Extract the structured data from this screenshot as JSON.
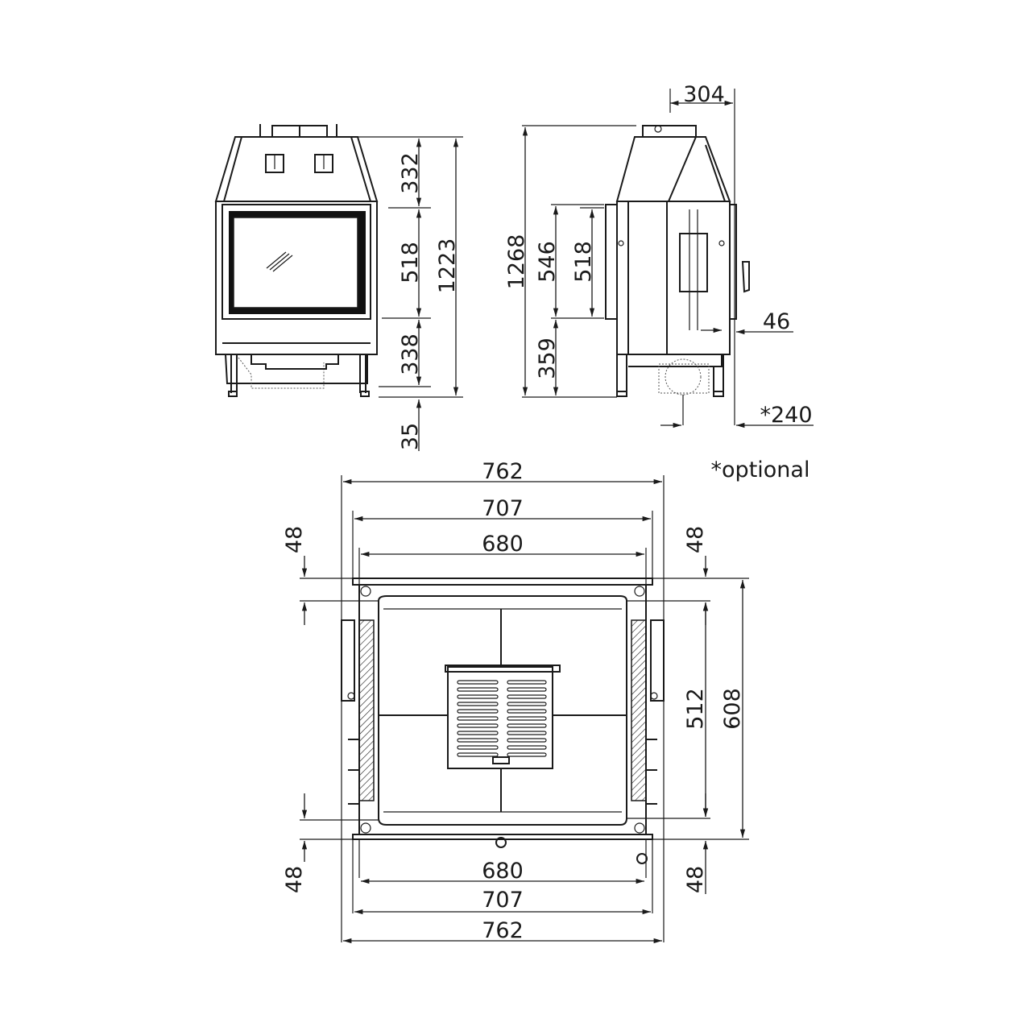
{
  "front_view": {
    "dims": {
      "top": "332",
      "middle": "518",
      "total": "1223",
      "bottom": "338",
      "feet": "35"
    }
  },
  "side_view": {
    "dims": {
      "depth_top": "304",
      "total": "1268",
      "door_height": "546",
      "glass_height": "518",
      "base": "359",
      "handle": "46",
      "optional_depth": "*240"
    }
  },
  "note": "*optional",
  "plan_view": {
    "top_dims": {
      "outer": "762",
      "frame": "707",
      "glass": "680"
    },
    "bottom_dims": {
      "glass": "680",
      "frame": "707",
      "outer": "762"
    },
    "side_dims": {
      "left_top": "48",
      "left_bottom": "48",
      "right_top": "48",
      "right_bottom": "48",
      "inner_depth": "512",
      "outer_depth": "608"
    }
  }
}
